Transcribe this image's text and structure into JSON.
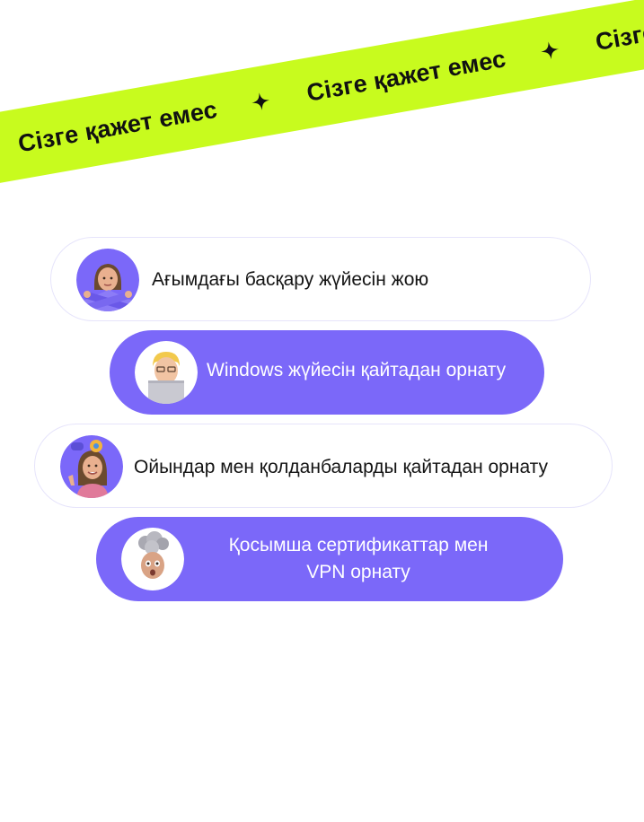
{
  "ribbon": {
    "items": [
      "Сізге қажет емес",
      "Сізге қажет емес",
      "Сізге қажет емес"
    ],
    "star_icon": "four-point-star-icon",
    "color": "#c8fb1e"
  },
  "steps": [
    {
      "label": "Ағымдағы басқару жүйесін жою",
      "avatar": "woman-crossed-arms-avatar",
      "style": "light"
    },
    {
      "label": "Windows жүйесін қайтадан орнату",
      "avatar": "man-with-laptop-avatar",
      "style": "purple"
    },
    {
      "label": "Ойындар мен қолданбаларды қайтадан орнату",
      "avatar": "woman-with-app-icons-avatar",
      "style": "light"
    },
    {
      "label_line1": "Қосымша сертификаттар мен",
      "label_line2": "VPN орнату",
      "avatar": "mind-blown-avatar",
      "style": "purple"
    }
  ],
  "colors": {
    "accent": "#7b68f9",
    "border": "#e6e4fb",
    "lime": "#c8fb1e"
  }
}
